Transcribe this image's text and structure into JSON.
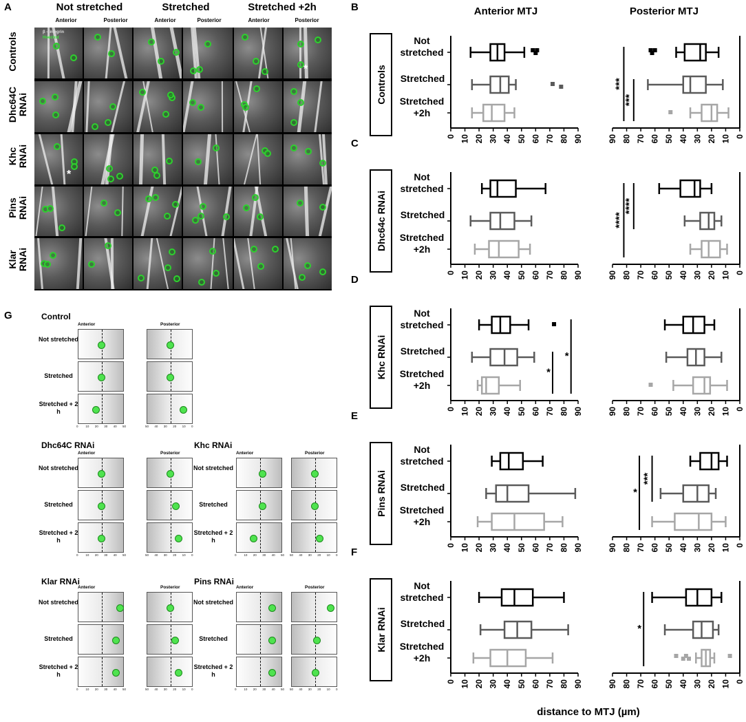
{
  "panel_letters": {
    "A": "A",
    "B": "B",
    "C": "C",
    "D": "D",
    "E": "E",
    "F": "F",
    "G": "G"
  },
  "panel_a": {
    "column_groups": [
      "Not stretched",
      "Stretched",
      "Stretched +2h"
    ],
    "sub_columns": [
      "Anterior",
      "Posterior",
      "Anterior",
      "Posterior",
      "Anterior",
      "Posterior"
    ],
    "row_labels": [
      [
        "Controls"
      ],
      [
        "Dhc64C",
        "RNAi"
      ],
      [
        "Khc",
        "RNAi"
      ],
      [
        "Pins",
        "RNAi"
      ],
      [
        "Klar",
        "RNAi"
      ]
    ],
    "stain_labels": {
      "integrin": "β - integrin",
      "hoechst": "Hoechst"
    },
    "asterisk": "*"
  },
  "headers": {
    "anterior": "Anterior MTJ",
    "posterior": "Posterior MTJ"
  },
  "conditions": [
    "Not stretched",
    "Stretched",
    "Stretched +2h"
  ],
  "x_axis_label": "distance to MTJ (µm)",
  "box_colors": {
    "not_stretched": "#000000",
    "stretched": "#5a5a5a",
    "stretched_2h": "#a6a6a6"
  },
  "chart_data": [
    {
      "type": "box",
      "panel": "B",
      "genotype": "Controls",
      "side": "Anterior MTJ",
      "xlim": [
        0,
        90
      ],
      "x_reversed": false,
      "xticks": [
        0,
        10,
        20,
        30,
        40,
        50,
        60,
        70,
        80,
        90
      ],
      "series": [
        {
          "name": "Not stretched",
          "whisker_min": 14,
          "q1": 28,
          "median": 33,
          "q3": 38,
          "whisker_max": 52,
          "outliers": [
            58,
            60,
            61
          ]
        },
        {
          "name": "Stretched",
          "whisker_min": 15,
          "q1": 28,
          "median": 35,
          "q3": 41,
          "whisker_max": 46,
          "outliers": [
            72,
            78
          ]
        },
        {
          "name": "Stretched +2h",
          "whisker_min": 15,
          "q1": 23,
          "median": 29,
          "q3": 38,
          "whisker_max": 45,
          "outliers": []
        }
      ],
      "significance": []
    },
    {
      "type": "box",
      "panel": "B",
      "genotype": "Controls",
      "side": "Posterior MTJ",
      "xlim": [
        0,
        90
      ],
      "x_reversed": true,
      "xticks": [
        90,
        80,
        70,
        60,
        50,
        40,
        30,
        20,
        10,
        0
      ],
      "series": [
        {
          "name": "Not stretched",
          "whisker_min": 15,
          "q1": 24,
          "median": 28,
          "q3": 39,
          "whisker_max": 45,
          "outliers": [
            60,
            62,
            63
          ]
        },
        {
          "name": "Stretched",
          "whisker_min": 12,
          "q1": 24,
          "median": 35,
          "q3": 40,
          "whisker_max": 65,
          "outliers": []
        },
        {
          "name": "Stretched +2h",
          "whisker_min": 8,
          "q1": 16,
          "median": 20,
          "q3": 27,
          "whisker_max": 35,
          "outliers": [
            49
          ]
        }
      ],
      "significance": [
        {
          "label": "***",
          "from": "Not stretched",
          "to": "Stretched +2h",
          "x": 82
        },
        {
          "label": "***",
          "from": "Stretched",
          "to": "Stretched +2h",
          "x": 75
        }
      ]
    },
    {
      "type": "box",
      "panel": "C",
      "genotype": "Dhc64c RNAi",
      "side": "Anterior MTJ",
      "xlim": [
        0,
        90
      ],
      "x_reversed": false,
      "xticks": [
        0,
        10,
        20,
        30,
        40,
        50,
        60,
        70,
        80,
        90
      ],
      "series": [
        {
          "name": "Not stretched",
          "whisker_min": 22,
          "q1": 28,
          "median": 33,
          "q3": 46,
          "whisker_max": 67,
          "outliers": []
        },
        {
          "name": "Stretched",
          "whisker_min": 14,
          "q1": 28,
          "median": 35,
          "q3": 45,
          "whisker_max": 57,
          "outliers": []
        },
        {
          "name": "Stretched +2h",
          "whisker_min": 17,
          "q1": 27,
          "median": 34,
          "q3": 48,
          "whisker_max": 56,
          "outliers": []
        }
      ],
      "significance": []
    },
    {
      "type": "box",
      "panel": "C",
      "genotype": "Dhc64c RNAi",
      "side": "Posterior MTJ",
      "xlim": [
        0,
        90
      ],
      "x_reversed": true,
      "xticks": [
        90,
        80,
        70,
        60,
        50,
        40,
        30,
        20,
        10,
        0
      ],
      "series": [
        {
          "name": "Not stretched",
          "whisker_min": 20,
          "q1": 28,
          "median": 32,
          "q3": 42,
          "whisker_max": 57,
          "outliers": []
        },
        {
          "name": "Stretched",
          "whisker_min": 13,
          "q1": 18,
          "median": 22,
          "q3": 28,
          "whisker_max": 39,
          "outliers": []
        },
        {
          "name": "Stretched +2h",
          "whisker_min": 9,
          "q1": 14,
          "median": 22,
          "q3": 27,
          "whisker_max": 35,
          "outliers": []
        }
      ],
      "significance": [
        {
          "label": "****",
          "from": "Not stretched",
          "to": "Stretched +2h",
          "x": 82
        },
        {
          "label": "****",
          "from": "Not stretched",
          "to": "Stretched",
          "x": 75
        }
      ]
    },
    {
      "type": "box",
      "panel": "D",
      "genotype": "Khc RNAi",
      "side": "Anterior MTJ",
      "xlim": [
        0,
        90
      ],
      "x_reversed": false,
      "xticks": [
        0,
        10,
        20,
        30,
        40,
        50,
        60,
        70,
        80,
        90
      ],
      "series": [
        {
          "name": "Not stretched",
          "whisker_min": 20,
          "q1": 29,
          "median": 35,
          "q3": 42,
          "whisker_max": 55,
          "outliers": [
            73
          ]
        },
        {
          "name": "Stretched",
          "whisker_min": 15,
          "q1": 28,
          "median": 38,
          "q3": 47,
          "whisker_max": 59,
          "outliers": []
        },
        {
          "name": "Stretched +2h",
          "whisker_min": 19,
          "q1": 22,
          "median": 25,
          "q3": 34,
          "whisker_max": 49,
          "outliers": []
        }
      ],
      "significance": [
        {
          "label": "*",
          "from": "Not stretched",
          "to": "Stretched +2h",
          "x": 85
        },
        {
          "label": "*",
          "from": "Stretched",
          "to": "Stretched +2h",
          "x": 72
        }
      ]
    },
    {
      "type": "box",
      "panel": "D",
      "genotype": "Khc RNAi",
      "side": "Posterior MTJ",
      "xlim": [
        0,
        90
      ],
      "x_reversed": true,
      "xticks": [
        90,
        80,
        70,
        60,
        50,
        40,
        30,
        20,
        10,
        0
      ],
      "series": [
        {
          "name": "Not stretched",
          "whisker_min": 18,
          "q1": 25,
          "median": 33,
          "q3": 40,
          "whisker_max": 53,
          "outliers": []
        },
        {
          "name": "Stretched",
          "whisker_min": 13,
          "q1": 25,
          "median": 31,
          "q3": 37,
          "whisker_max": 52,
          "outliers": []
        },
        {
          "name": "Stretched +2h",
          "whisker_min": 9,
          "q1": 21,
          "median": 25,
          "q3": 33,
          "whisker_max": 47,
          "outliers": [
            63
          ]
        }
      ],
      "significance": []
    },
    {
      "type": "box",
      "panel": "E",
      "genotype": "Pins RNAi",
      "side": "Anterior MTJ",
      "xlim": [
        0,
        90
      ],
      "x_reversed": false,
      "xticks": [
        0,
        10,
        20,
        30,
        40,
        50,
        60,
        70,
        80,
        90
      ],
      "series": [
        {
          "name": "Not stretched",
          "whisker_min": 29,
          "q1": 35,
          "median": 41,
          "q3": 51,
          "whisker_max": 65,
          "outliers": []
        },
        {
          "name": "Stretched",
          "whisker_min": 25,
          "q1": 32,
          "median": 40,
          "q3": 55,
          "whisker_max": 88,
          "outliers": []
        },
        {
          "name": "Stretched +2h",
          "whisker_min": 19,
          "q1": 29,
          "median": 45,
          "q3": 66,
          "whisker_max": 79,
          "outliers": []
        }
      ],
      "significance": []
    },
    {
      "type": "box",
      "panel": "E",
      "genotype": "Pins RNAi",
      "side": "Posterior MTJ",
      "xlim": [
        0,
        90
      ],
      "x_reversed": true,
      "xticks": [
        90,
        80,
        70,
        60,
        50,
        40,
        30,
        20,
        10,
        0
      ],
      "series": [
        {
          "name": "Not stretched",
          "whisker_min": 9,
          "q1": 15,
          "median": 20,
          "q3": 28,
          "whisker_max": 35,
          "outliers": []
        },
        {
          "name": "Stretched",
          "whisker_min": 17,
          "q1": 22,
          "median": 30,
          "q3": 40,
          "whisker_max": 56,
          "outliers": []
        },
        {
          "name": "Stretched +2h",
          "whisker_min": 10,
          "q1": 20,
          "median": 29,
          "q3": 46,
          "whisker_max": 62,
          "outliers": []
        }
      ],
      "significance": [
        {
          "label": "*",
          "from": "Not stretched",
          "to": "Stretched +2h",
          "x": 71
        },
        {
          "label": "***",
          "from": "Not stretched",
          "to": "Stretched",
          "x": 62
        }
      ]
    },
    {
      "type": "box",
      "panel": "F",
      "genotype": "Klar RNAi",
      "side": "Anterior MTJ",
      "xlim": [
        0,
        90
      ],
      "x_reversed": false,
      "xticks": [
        0,
        10,
        20,
        30,
        40,
        50,
        60,
        70,
        80,
        90
      ],
      "series": [
        {
          "name": "Not stretched",
          "whisker_min": 20,
          "q1": 36,
          "median": 45,
          "q3": 58,
          "whisker_max": 80,
          "outliers": []
        },
        {
          "name": "Stretched",
          "whisker_min": 21,
          "q1": 38,
          "median": 47,
          "q3": 57,
          "whisker_max": 83,
          "outliers": []
        },
        {
          "name": "Stretched +2h",
          "whisker_min": 16,
          "q1": 28,
          "median": 40,
          "q3": 53,
          "whisker_max": 72,
          "outliers": []
        }
      ],
      "significance": []
    },
    {
      "type": "box",
      "panel": "F",
      "genotype": "Klar RNAi",
      "side": "Posterior MTJ",
      "xlim": [
        0,
        90
      ],
      "x_reversed": true,
      "xticks": [
        90,
        80,
        70,
        60,
        50,
        40,
        30,
        20,
        10,
        0
      ],
      "series": [
        {
          "name": "Not stretched",
          "whisker_min": 13,
          "q1": 20,
          "median": 30,
          "q3": 38,
          "whisker_max": 62,
          "outliers": []
        },
        {
          "name": "Stretched",
          "whisker_min": 15,
          "q1": 19,
          "median": 27,
          "q3": 33,
          "whisker_max": 53,
          "outliers": []
        },
        {
          "name": "Stretched +2h",
          "whisker_min": 18,
          "q1": 21,
          "median": 24,
          "q3": 27,
          "whisker_max": 31,
          "outliers": [
            7,
            36,
            38,
            40,
            45
          ]
        }
      ],
      "significance": [
        {
          "label": "*",
          "from": "Not stretched",
          "to": "Stretched +2h",
          "x": 68
        }
      ]
    }
  ],
  "schematic": {
    "blocks": [
      {
        "title": "Control",
        "anterior": "Anterior",
        "posterior": "Posterior",
        "rows": [
          {
            "label": "Not stretched",
            "ant": 0.5,
            "post": 0.5
          },
          {
            "label": "Stretched",
            "ant": 0.5,
            "post": 0.5
          },
          {
            "label": "Stretched + 2 h",
            "ant": 0.38,
            "post": 0.78
          }
        ]
      },
      {
        "title": "Dhc64C RNAi",
        "anterior": "Anterior",
        "posterior": "Posterior",
        "rows": [
          {
            "label": "Not stretched",
            "ant": 0.5,
            "post": 0.5
          },
          {
            "label": "Stretched",
            "ant": 0.5,
            "post": 0.62
          },
          {
            "label": "Stretched + 2 h",
            "ant": 0.5,
            "post": 0.68
          }
        ]
      },
      {
        "title": "Khc RNAi",
        "anterior": "Anterior",
        "posterior": "Posterior",
        "rows": [
          {
            "label": "Not stretched",
            "ant": 0.56,
            "post": 0.5
          },
          {
            "label": "Stretched",
            "ant": 0.56,
            "post": 0.5
          },
          {
            "label": "Stretched + 2 h",
            "ant": 0.37,
            "post": 0.6
          }
        ]
      },
      {
        "title": "Klar RNAi",
        "anterior": "Anterior",
        "posterior": "Posterior",
        "rows": [
          {
            "label": "Not stretched",
            "ant": 0.9,
            "post": 0.5
          },
          {
            "label": "Stretched",
            "ant": 0.82,
            "post": 0.6
          },
          {
            "label": "Stretched + 2 h",
            "ant": 0.82,
            "post": 0.68
          }
        ]
      },
      {
        "title": "Pins RNAi",
        "anterior": "Anterior",
        "posterior": "Posterior",
        "rows": [
          {
            "label": "Not stretched",
            "ant": 0.77,
            "post": 0.85
          },
          {
            "label": "Stretched",
            "ant": 0.77,
            "post": 0.54
          },
          {
            "label": "Stretched + 2 h",
            "ant": 0.77,
            "post": 0.52
          }
        ]
      }
    ],
    "axis_ticks_anterior": [
      "0",
      "10",
      "20",
      "30",
      "40",
      "50"
    ],
    "axis_ticks_posterior": [
      "50",
      "40",
      "30",
      "20",
      "10",
      "0"
    ]
  }
}
